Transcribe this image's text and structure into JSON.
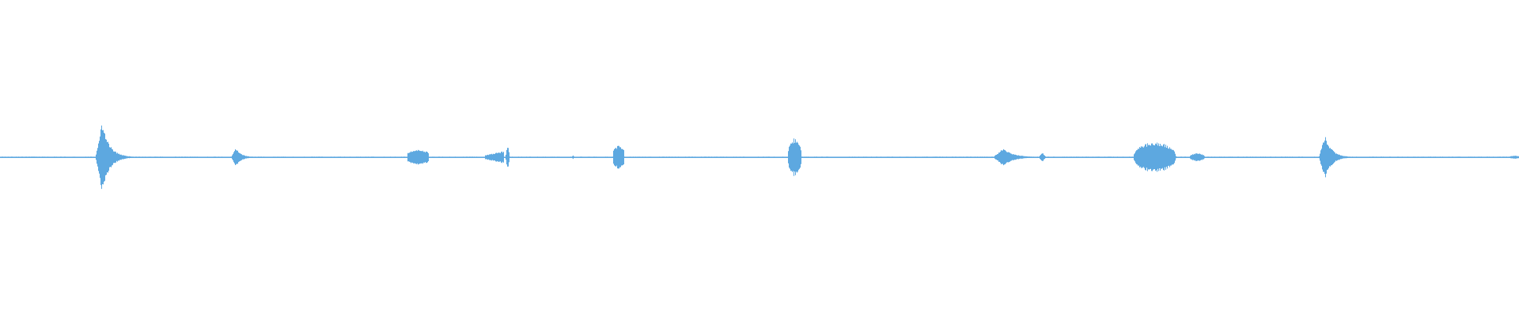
{
  "waveform": {
    "color": "#5DA8E0",
    "baseline_amplitude": 0.008,
    "duration_fraction_note": "",
    "bursts": [
      {
        "center": 0.067,
        "spread": 0.0055,
        "amplitude": 0.44,
        "shape": "attack-decay"
      },
      {
        "center": 0.155,
        "spread": 0.004,
        "amplitude": 0.12,
        "shape": "attack-decay"
      },
      {
        "center": 0.275,
        "spread": 0.007,
        "amplitude": 0.1,
        "shape": "block"
      },
      {
        "center": 0.328,
        "spread": 0.009,
        "amplitude": 0.08,
        "shape": "rise"
      },
      {
        "center": 0.334,
        "spread": 0.0015,
        "amplitude": 0.17,
        "shape": "spike"
      },
      {
        "center": 0.377,
        "spread": 0.001,
        "amplitude": 0.03,
        "shape": "spike"
      },
      {
        "center": 0.407,
        "spread": 0.0035,
        "amplitude": 0.15,
        "shape": "block"
      },
      {
        "center": 0.523,
        "spread": 0.0045,
        "amplitude": 0.24,
        "shape": "ellipse"
      },
      {
        "center": 0.66,
        "spread": 0.008,
        "amplitude": 0.11,
        "shape": "attack-decay"
      },
      {
        "center": 0.686,
        "spread": 0.0025,
        "amplitude": 0.06,
        "shape": "spike"
      },
      {
        "center": 0.76,
        "spread": 0.014,
        "amplitude": 0.19,
        "shape": "ellipse"
      },
      {
        "center": 0.788,
        "spread": 0.005,
        "amplitude": 0.05,
        "shape": "ellipse"
      },
      {
        "center": 0.872,
        "spread": 0.005,
        "amplitude": 0.28,
        "shape": "attack-decay"
      },
      {
        "center": 0.997,
        "spread": 0.003,
        "amplitude": 0.02,
        "shape": "block"
      }
    ]
  }
}
